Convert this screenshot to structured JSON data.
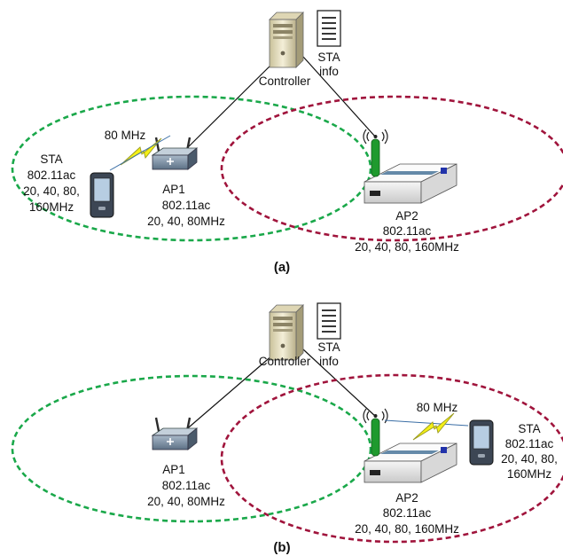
{
  "colors": {
    "ap1_range": "#1aa84a",
    "ap2_range": "#a0143c",
    "bolt_fill": "#f4f016",
    "bolt_stroke": "#9a9a20",
    "link_line": "#111111"
  },
  "panels": [
    {
      "caption": "(a)",
      "controller": {
        "label": "Controller"
      },
      "sta_info": {
        "line1": "STA",
        "line2": "info"
      },
      "ap1": {
        "line1": "AP1",
        "line2": "802.11ac",
        "line3": "20, 40, 80MHz"
      },
      "ap2": {
        "line1": "AP2",
        "line2": "802.11ac",
        "line3": "20, 40, 80, 160MHz"
      },
      "sta": {
        "line1": "STA",
        "line2": "802.11ac",
        "line3": "20, 40, 80,",
        "line4": "160MHz"
      },
      "link": {
        "label": "80 MHz"
      }
    },
    {
      "caption": "(b)",
      "controller": {
        "label": "Controller"
      },
      "sta_info": {
        "line1": "STA",
        "line2": "info"
      },
      "ap1": {
        "line1": "AP1",
        "line2": "802.11ac",
        "line3": "20, 40, 80MHz"
      },
      "ap2": {
        "line1": "AP2",
        "line2": "802.11ac",
        "line3": "20, 40, 80, 160MHz"
      },
      "sta": {
        "line1": "STA",
        "line2": "802.11ac",
        "line3": "20, 40, 80,",
        "line4": "160MHz"
      },
      "link": {
        "label": "80 MHz"
      }
    }
  ]
}
